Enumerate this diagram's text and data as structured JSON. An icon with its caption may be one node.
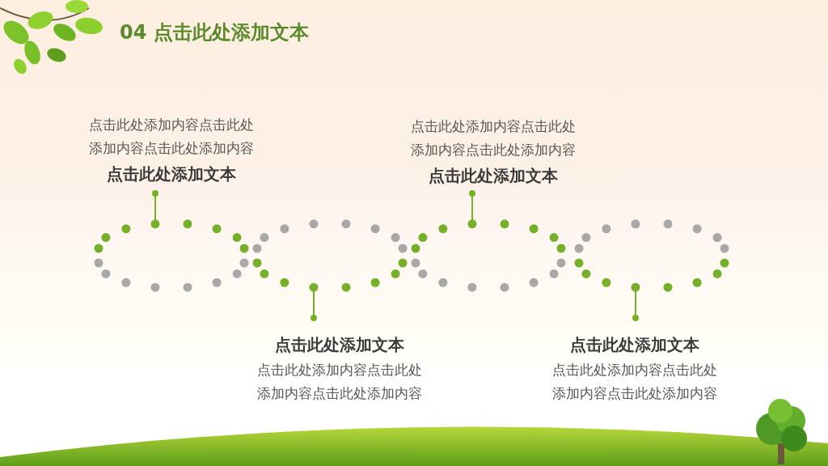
{
  "diagram": {
    "title": "04 点击此处添加文本",
    "nodes": [
      {
        "text": [
          "点击此处添加内容点击此处添加内容点击此处添加内容",
          "点击此处添加文本"
        ]
      },
      {
        "text": [
          "点击此处添加内容点击此处添加内容点击此处添加内容",
          "点击此处添加文本"
        ]
      },
      {
        "text": [
          "点击此处添加文本",
          "点击此处添加内容点击此处添加内容点击此处添加内容"
        ]
      },
      {
        "text": [
          "点击此处添加文本",
          "点击此处添加内容点击此处添加内容点击此处添加内容"
        ]
      }
    ]
  }
}
